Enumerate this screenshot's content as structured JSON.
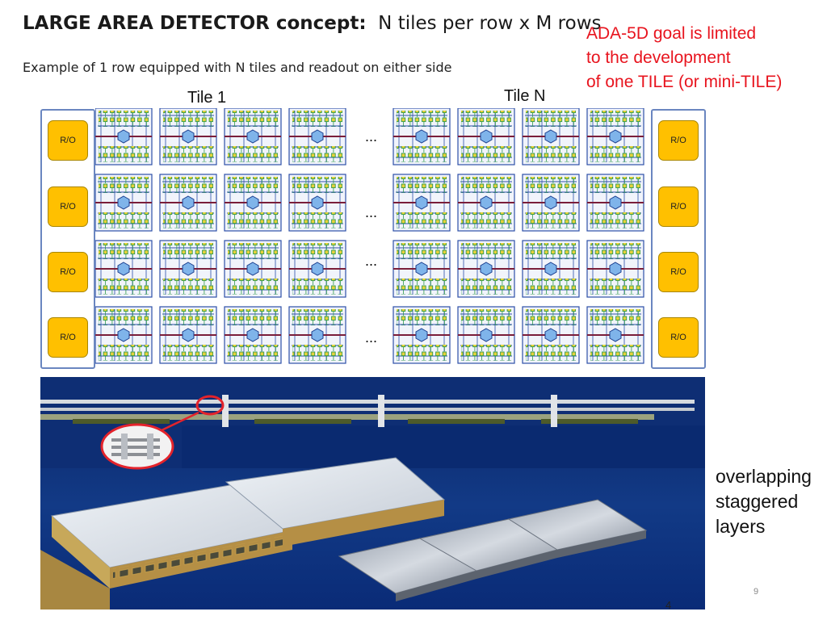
{
  "slide": {
    "title_bold": "LARGE AREA DETECTOR concept:",
    "title_rest": "N tiles per row x M rows",
    "subtitle": "Example of 1 row equipped with N tiles and readout on either side",
    "note_lines": [
      "ADA-5D goal is limited",
      "to the development",
      "of one TILE (or mini-TILE)"
    ],
    "tile_first_label": "Tile 1",
    "tile_last_label": "Tile N",
    "readout_label": "R/O",
    "ellipsis": "...",
    "side_caption_lines": [
      "overlapping",
      "staggered",
      "layers"
    ],
    "page_number": "9",
    "footer_number": "4"
  },
  "colors": {
    "note_text": "#e8141e",
    "readout_fill": "#ffc000",
    "frame_blue": "#6a86c0",
    "signal_line": "#7a1e3a",
    "photo_background": "#0d2a6e"
  }
}
